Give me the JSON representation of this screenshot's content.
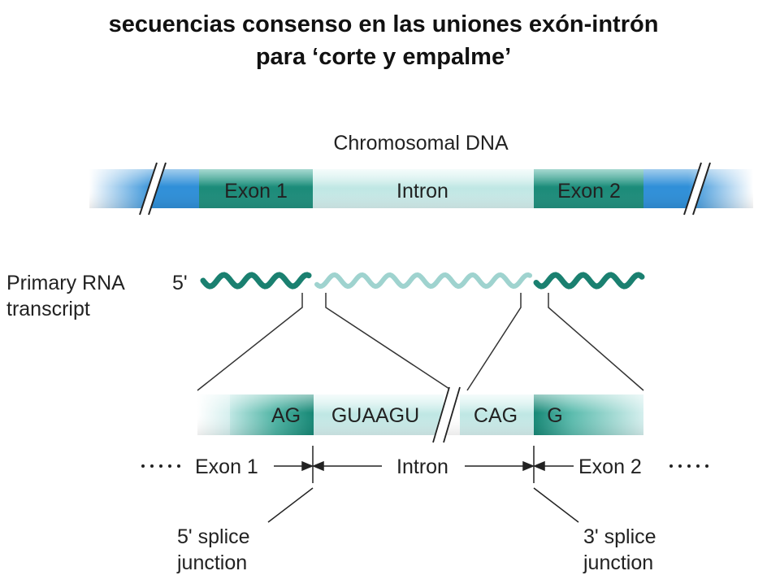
{
  "title": {
    "line1": "secuencias consenso en las uniones exón-intrón",
    "line2": "para ‘corte y empalme’"
  },
  "dna": {
    "label": "Chromosomal DNA",
    "exon1": "Exon 1",
    "intron": "Intron",
    "exon2": "Exon 2"
  },
  "rna": {
    "label_line1": "Primary RNA",
    "label_line2": "transcript",
    "five_prime": "5'"
  },
  "junction_seq": {
    "exon1_end": "AG",
    "intron_start": "GUAAGU",
    "intron_end": "CAG",
    "exon2_start": "G"
  },
  "region_labels": {
    "exon1": "Exon 1",
    "intron": "Intron",
    "exon2": "Exon 2"
  },
  "splice": {
    "five_prime_line1": "5' splice",
    "five_prime_line2": "junction",
    "three_prime_line1": "3' splice",
    "three_prime_line2": "junction"
  },
  "colors": {
    "exon_dark": "#1a8a78",
    "exon_light": "#6fd0c0",
    "dna_blue": "#2f8fd8",
    "intron_light": "#c8ecec",
    "rna_exon": "#1a8070",
    "rna_intron": "#9fd3cf"
  }
}
